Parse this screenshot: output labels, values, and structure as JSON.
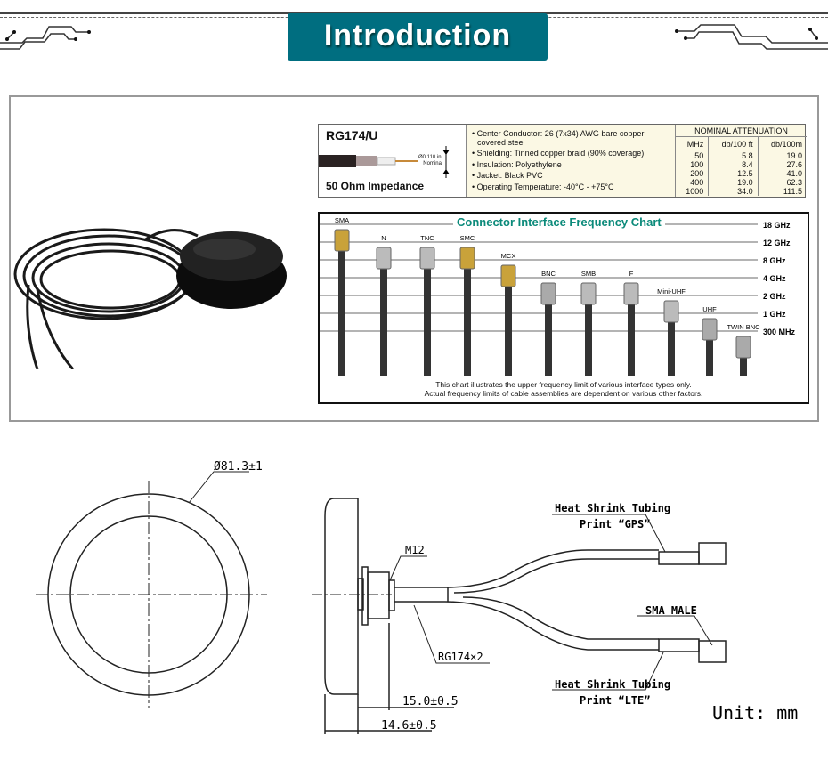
{
  "header": {
    "title": "Introduction"
  },
  "cable_spec": {
    "name": "RG174/U",
    "impedance": "50 Ohm Impedance",
    "diameter": "Ø0.110 in.",
    "diameter_note": "Nominal",
    "specs": [
      "• Center Conductor: 26 (7x34) AWG bare copper",
      "  covered steel",
      "• Shielding: Tinned copper braid (90% coverage)",
      "• Insulation: Polyethylene",
      "• Jacket: Black PVC",
      "• Operating Temperature: -40°C - +75°C"
    ],
    "attenuation_title": "NOMINAL ATTENUATION",
    "columns": [
      "MHz",
      "db/100 ft",
      "db/100m"
    ],
    "rows": [
      [
        "50",
        "5.8",
        "19.0"
      ],
      [
        "100",
        "8.4",
        "27.6"
      ],
      [
        "200",
        "12.5",
        "41.0"
      ],
      [
        "400",
        "19.0",
        "62.3"
      ],
      [
        "1000",
        "34.0",
        "111.5"
      ]
    ]
  },
  "connector_chart": {
    "title": "Connector Interface Frequency Chart",
    "levels": [
      "18 GHz",
      "12 GHz",
      "8 GHz",
      "4 GHz",
      "2 GHz",
      "1 GHz",
      "300 MHz"
    ],
    "connectors": [
      {
        "name": "SMA",
        "level": 0,
        "color": "#c9a23a"
      },
      {
        "name": "N",
        "level": 1,
        "color": "#bbb"
      },
      {
        "name": "TNC",
        "level": 1,
        "color": "#bbb"
      },
      {
        "name": "SMC",
        "level": 1,
        "color": "#c9a23a"
      },
      {
        "name": "MCX",
        "level": 2,
        "color": "#c9a23a"
      },
      {
        "name": "BNC",
        "level": 3,
        "color": "#aaa"
      },
      {
        "name": "SMB",
        "level": 3,
        "color": "#bbb"
      },
      {
        "name": "F",
        "level": 3,
        "color": "#bbb"
      },
      {
        "name": "Mini-UHF",
        "level": 4,
        "color": "#bbb"
      },
      {
        "name": "UHF",
        "level": 5,
        "color": "#aaa"
      },
      {
        "name": "TWIN BNC",
        "level": 6,
        "color": "#aaa"
      }
    ],
    "note_line1": "This chart illustrates the upper frequency limit of various interface types only.",
    "note_line2": "Actual frequency limits of cable assemblies are dependent on various other factors."
  },
  "drawing": {
    "diameter": "Ø81.3±1",
    "thread": "M12",
    "cable": "RG174×2",
    "gps_label1": "Heat Shrink Tubing",
    "gps_label2": "Print “GPS”",
    "connector": "SMA MALE",
    "lte_label1": "Heat Shrink Tubing",
    "lte_label2": "Print “LTE”",
    "dim1": "15.0±0.5",
    "dim2": "14.6±0.5",
    "unit": "Unit:  mm"
  }
}
